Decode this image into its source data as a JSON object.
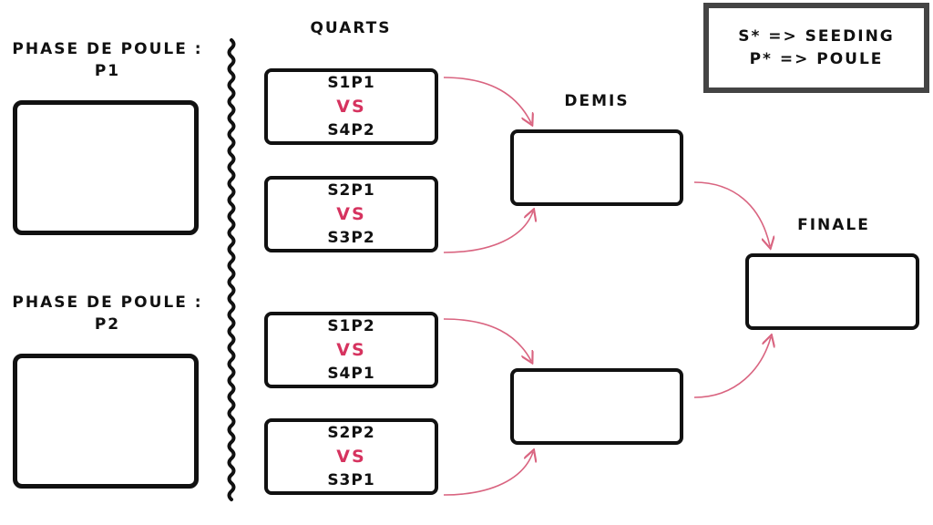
{
  "legend": {
    "line1": "S* => SEEDING",
    "line2": "P* => POULE"
  },
  "pools": [
    {
      "line1": "PHASE DE POULE :",
      "line2": "P1"
    },
    {
      "line1": "PHASE DE POULE :",
      "line2": "P2"
    }
  ],
  "rounds": {
    "quarts": "QUARTS",
    "demis": "DEMIS",
    "finale": "FINALE"
  },
  "quarter_matches": [
    {
      "top": "S1P1",
      "vs": "VS",
      "bottom": "S4P2"
    },
    {
      "top": "S2P1",
      "vs": "VS",
      "bottom": "S3P2"
    },
    {
      "top": "S1P2",
      "vs": "VS",
      "bottom": "S4P1"
    },
    {
      "top": "S2P2",
      "vs": "VS",
      "bottom": "S3P1"
    }
  ],
  "colors": {
    "accent": "#d6335f",
    "arrow": "#d96480",
    "ink": "#111111",
    "legend_border": "#444444"
  }
}
